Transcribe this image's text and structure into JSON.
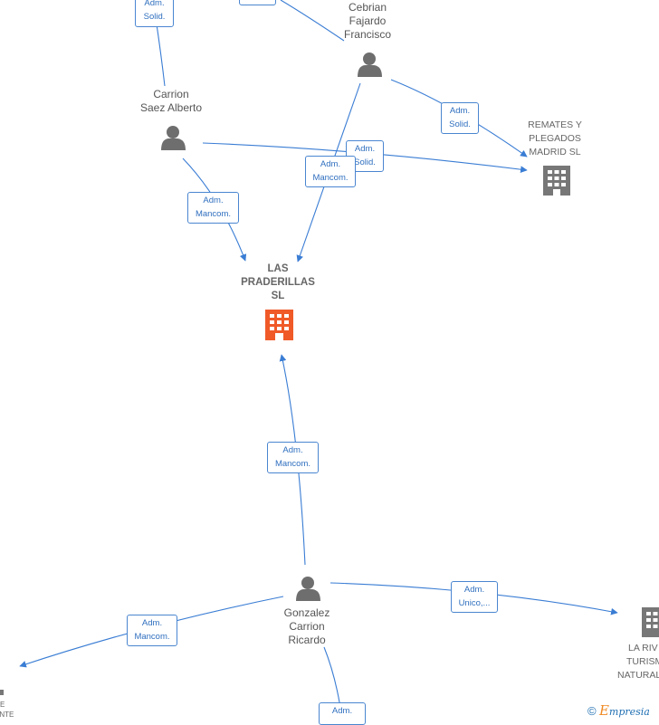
{
  "persons": {
    "cebrian": [
      "Cebrian",
      "Fajardo",
      "Francisco"
    ],
    "carrion_saez": [
      "Carrion",
      "Saez Alberto"
    ],
    "gonzalez": [
      "Gonzalez",
      "Carrion",
      "Ricardo"
    ]
  },
  "companies": {
    "remates": [
      "REMATES Y",
      "PLEGADOS",
      "MADRID  SL"
    ],
    "praderillas": [
      "LAS",
      "PRADERILLAS",
      "SL"
    ],
    "la_riva": [
      "LA RIV",
      "TURISM",
      "NATURAL"
    ],
    "partial_left": [
      "E",
      "ENTE"
    ]
  },
  "edge_labels": {
    "top_partial": [
      "Adm.",
      "Solid."
    ],
    "cebrian_remates": [
      "Adm.",
      "Solid."
    ],
    "carrion_remates": [
      "Adm.",
      "Solid."
    ],
    "cebrian_praderillas": [
      "Adm.",
      "Mancom."
    ],
    "carrion_praderillas": [
      "Adm.",
      "Mancom."
    ],
    "gonzalez_praderillas": [
      "Adm.",
      "Mancom."
    ],
    "gonzalez_lariva": [
      "Adm.",
      "Unico,..."
    ],
    "gonzalez_left": [
      "Adm.",
      "Mancom."
    ],
    "bottom_partial": [
      "Adm."
    ]
  },
  "footer": {
    "copyright": "©",
    "brand_first": "E",
    "brand_rest": "mpresia"
  },
  "colors": {
    "edge": "#3a7dd4",
    "main_company": "#f05a28",
    "company": "#777777",
    "person": "#6e6e6e"
  }
}
